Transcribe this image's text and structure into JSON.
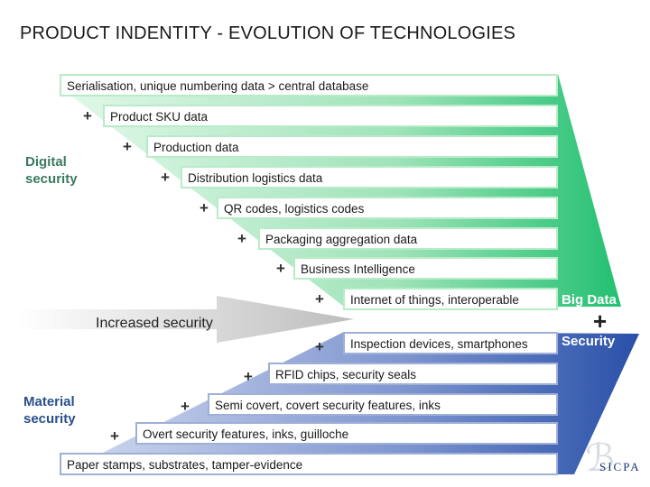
{
  "title": "PRODUCT INDENTITY - EVOLUTION OF TECHNOLOGIES",
  "digital_label": "Digital security",
  "material_label": "Material security",
  "increased_label": "Increased security",
  "big_data_label": "Big Data",
  "plus_sign": "+",
  "security_label": "Security",
  "logo_text": "SICPA",
  "plus_symbol": "+",
  "top_layers": [
    "Serialisation, unique numbering data > central database",
    "Product SKU data",
    "Production data",
    "Distribution logistics data",
    "QR codes, logistics codes",
    "Packaging aggregation data",
    "Business Intelligence",
    "Internet of things, interoperable"
  ],
  "bottom_layers": [
    "Inspection devices, smartphones",
    "RFID chips, security seals",
    "Semi covert, covert security features, inks",
    "Overt security features, inks, guilloche",
    "Paper stamps, substrates, tamper-evidence"
  ],
  "colors": {
    "green_gradient_start": "#d8f6e2",
    "green_gradient_end": "#22c070",
    "blue_gradient_start": "#c3cde9",
    "blue_gradient_end": "#2950a8"
  }
}
